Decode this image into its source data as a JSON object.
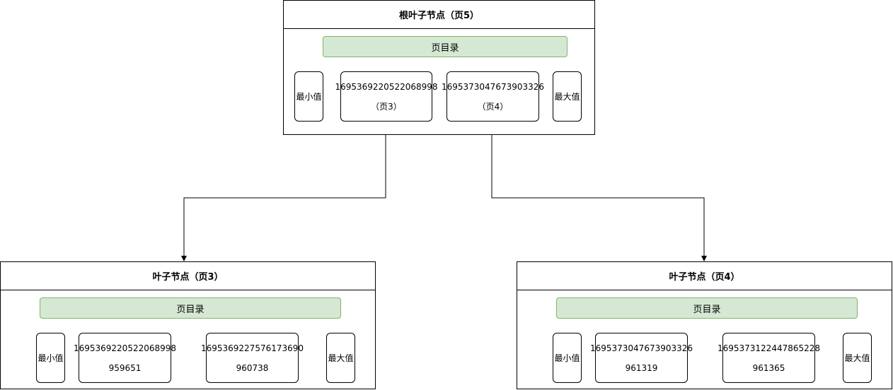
{
  "root": {
    "title": "根叶子节点（页5）",
    "directory": "页目录",
    "min": "最小值",
    "max": "最大值",
    "records": [
      {
        "key": "1695369220522068998",
        "ref": "（页3）"
      },
      {
        "key": "1695373047673903326",
        "ref": "（页4）"
      }
    ]
  },
  "leaf_left": {
    "title": "叶子节点（页3）",
    "directory": "页目录",
    "min": "最小值",
    "max": "最大值",
    "records": [
      {
        "key": "1695369220522068998",
        "value": "959651"
      },
      {
        "key": "1695369227576173690",
        "value": "960738"
      }
    ]
  },
  "leaf_right": {
    "title": "叶子节点（页4）",
    "directory": "页目录",
    "min": "最小值",
    "max": "最大值",
    "records": [
      {
        "key": "1695373047673903326",
        "value": "961319"
      },
      {
        "key": "1695373122447865228",
        "value": "961365"
      }
    ]
  },
  "colors": {
    "directory_fill": "#d5e8d4",
    "directory_border": "#82b366",
    "line": "#000000"
  }
}
